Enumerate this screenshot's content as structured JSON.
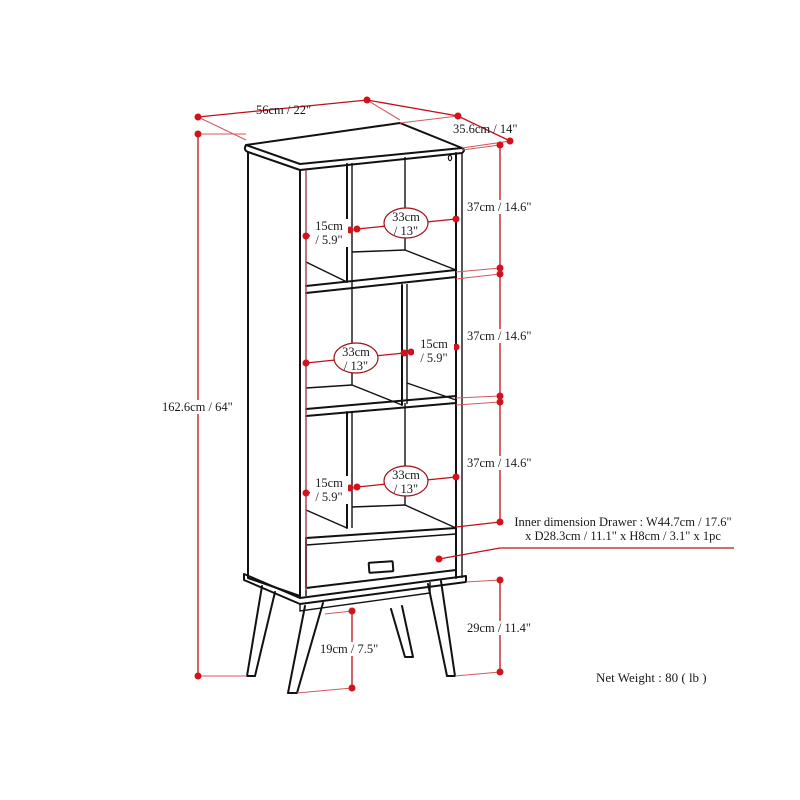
{
  "diagram": {
    "subject": "Bookcase with drawer and splayed legs",
    "colors": {
      "outline": "#111111",
      "dimension_line": "#c0101a",
      "dimension_dot": "#d4121c",
      "background": "#ffffff"
    },
    "dimensions": {
      "width": "56cm / 22\"",
      "depth": "35.6cm / 14\"",
      "height": "162.6cm / 64\"",
      "shelf_height_1": "37cm / 14.6\"",
      "shelf_height_2": "37cm / 14.6\"",
      "shelf_height_3": "37cm / 14.6\"",
      "leg_height": "29cm / 11.4\"",
      "ground_clearance": "19cm / 7.5\""
    },
    "cubbies": {
      "row1_narrow": {
        "line1": "15cm",
        "line2": "/ 5.9\""
      },
      "row1_wide": {
        "line1": "33cm",
        "line2": "/ 13\""
      },
      "row2_wide": {
        "line1": "33cm",
        "line2": "/ 13\""
      },
      "row2_narrow": {
        "line1": "15cm",
        "line2": "/ 5.9\""
      },
      "row3_narrow": {
        "line1": "15cm",
        "line2": "/ 5.9\""
      },
      "row3_wide": {
        "line1": "33cm",
        "line2": "/ 13\""
      }
    },
    "drawer_note": {
      "line1": "Inner dimension Drawer : W44.7cm / 17.6\"",
      "line2": "x D28.3cm / 11.1\" x H8cm / 3.1\" x 1pc"
    },
    "net_weight": "Net Weight : 80 ( lb )"
  }
}
